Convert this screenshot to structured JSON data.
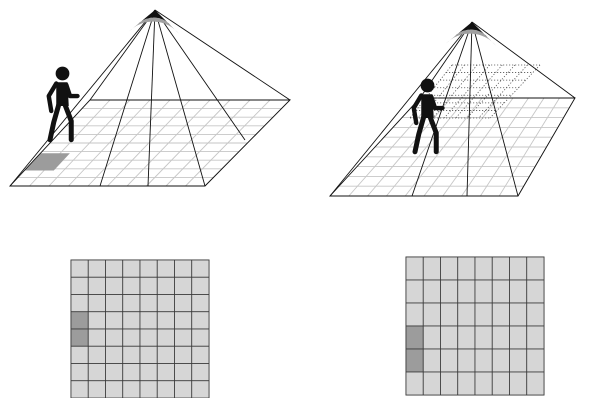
{
  "colors": {
    "background": "#ffffff",
    "line": "#111111",
    "floor_grid": "#c6c6c6",
    "cell_fill": "#d6d6d6",
    "cell_border": "#3a3a3a",
    "occupied_cell": "#9c9c9c",
    "detection_ring": "#a0a0a0",
    "sensor": "#111111",
    "dotted_plane": "#555555",
    "figure": "#111111"
  },
  "icons": {
    "sensor": "ceiling-sensor-icon",
    "person": "walking-person-icon"
  },
  "scenes": [
    {
      "name": "person-on-floor",
      "grid_cols": 8,
      "grid_rows": 8,
      "occupied_cells": [
        [
          0,
          3
        ],
        [
          0,
          4
        ]
      ]
    },
    {
      "name": "person-elevated",
      "grid_cols": 8,
      "grid_rows": 6,
      "occupied_cells": [
        [
          0,
          3
        ],
        [
          0,
          4
        ]
      ]
    }
  ]
}
